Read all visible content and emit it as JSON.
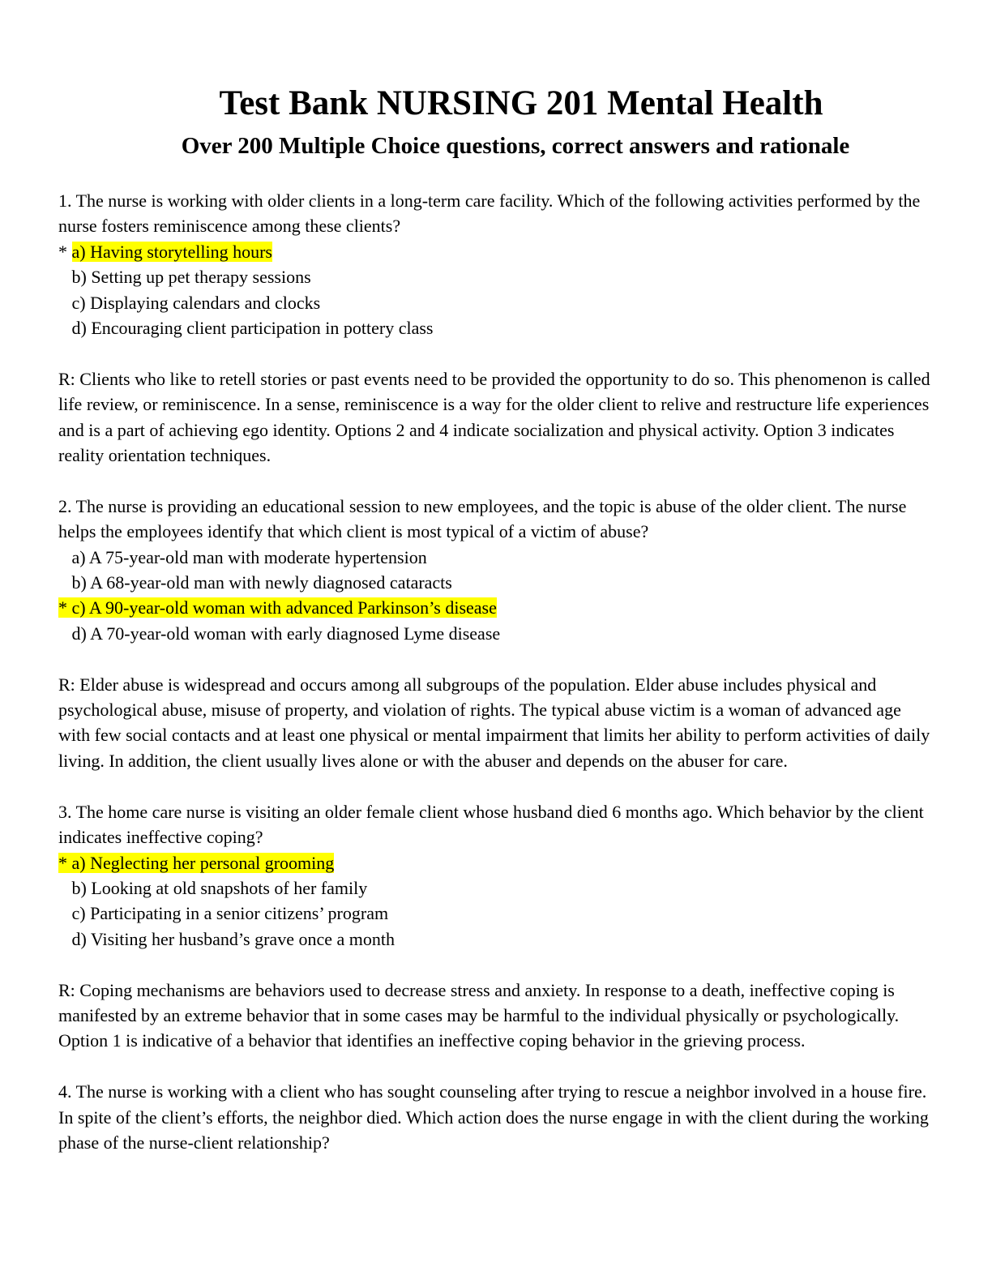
{
  "document": {
    "title": "Test Bank NURSING 201 Mental Health",
    "subtitle": "Over 200 Multiple Choice questions, correct answers and rationale",
    "highlight_color": "#ffff00"
  },
  "questions": [
    {
      "question": "1. The nurse is working with older clients in a long-term care facility. Which of the following activities performed by the nurse fosters reminiscence among these clients?",
      "options": [
        {
          "marker": "* ",
          "text": "a) Having storytelling hours",
          "correct": true
        },
        {
          "marker": "   ",
          "text": "b) Setting up pet therapy sessions",
          "correct": false
        },
        {
          "marker": "   ",
          "text": "c) Displaying calendars and clocks",
          "correct": false
        },
        {
          "marker": "   ",
          "text": "d) Encouraging client participation in pottery class",
          "correct": false
        }
      ],
      "rationale": "R: Clients who like to retell stories or past events need to be provided the opportunity to do so. This phenomenon is called life review, or reminiscence. In a sense, reminiscence is a way for the older client to relive and restructure life experiences and is a part of achieving ego identity. Options 2 and 4 indicate socialization and physical activity. Option 3 indicates reality orientation techniques."
    },
    {
      "question": "2. The nurse is providing an educational session to new employees, and the topic is abuse of the older client. The nurse helps the employees identify that which client is most typical of a victim of abuse?",
      "options": [
        {
          "marker": "   ",
          "text": "a) A 75-year-old man with moderate hypertension",
          "correct": false
        },
        {
          "marker": "   ",
          "text": "b) A 68-year-old man with newly diagnosed cataracts",
          "correct": false
        },
        {
          "marker": "* ",
          "text": "c) A 90-year-old woman with advanced Parkinson’s disease",
          "correct": true
        },
        {
          "marker": "   ",
          "text": "d) A 70-year-old woman with early diagnosed Lyme disease",
          "correct": false
        }
      ],
      "rationale": "R: Elder abuse is widespread and occurs among all subgroups of the population. Elder abuse includes physical and psychological abuse, misuse of property, and violation of rights. The typical abuse victim is a woman of advanced age with few social contacts and at least one physical or mental impairment that limits her ability to perform activities of daily living. In addition, the client usually lives alone or with the abuser and depends on the abuser for care."
    },
    {
      "question": "3. The home care nurse is visiting an older female client whose husband died 6 months ago. Which behavior by the client indicates ineffective coping?",
      "options": [
        {
          "marker": "* ",
          "text": "a) Neglecting her personal grooming",
          "correct": true
        },
        {
          "marker": "   ",
          "text": "b) Looking at old snapshots of her family",
          "correct": false
        },
        {
          "marker": "   ",
          "text": "c) Participating in a senior citizens’ program",
          "correct": false
        },
        {
          "marker": "   ",
          "text": "d) Visiting her husband’s grave once a month",
          "correct": false
        }
      ],
      "rationale": "R: Coping mechanisms are behaviors used to decrease stress and anxiety. In response to a death, ineffective coping is manifested by an extreme behavior that in some cases may be harmful to the individual physically or psychologically. Option 1 is indicative of a behavior that identifies an ineffective coping behavior in the grieving process."
    },
    {
      "question": "4. The nurse is working with a client who has sought counseling after trying to rescue a neighbor involved in a house fire. In spite of the client’s efforts, the neighbor died. Which action does the nurse engage in with the client during the working phase of the nurse-client relationship?"
    }
  ]
}
